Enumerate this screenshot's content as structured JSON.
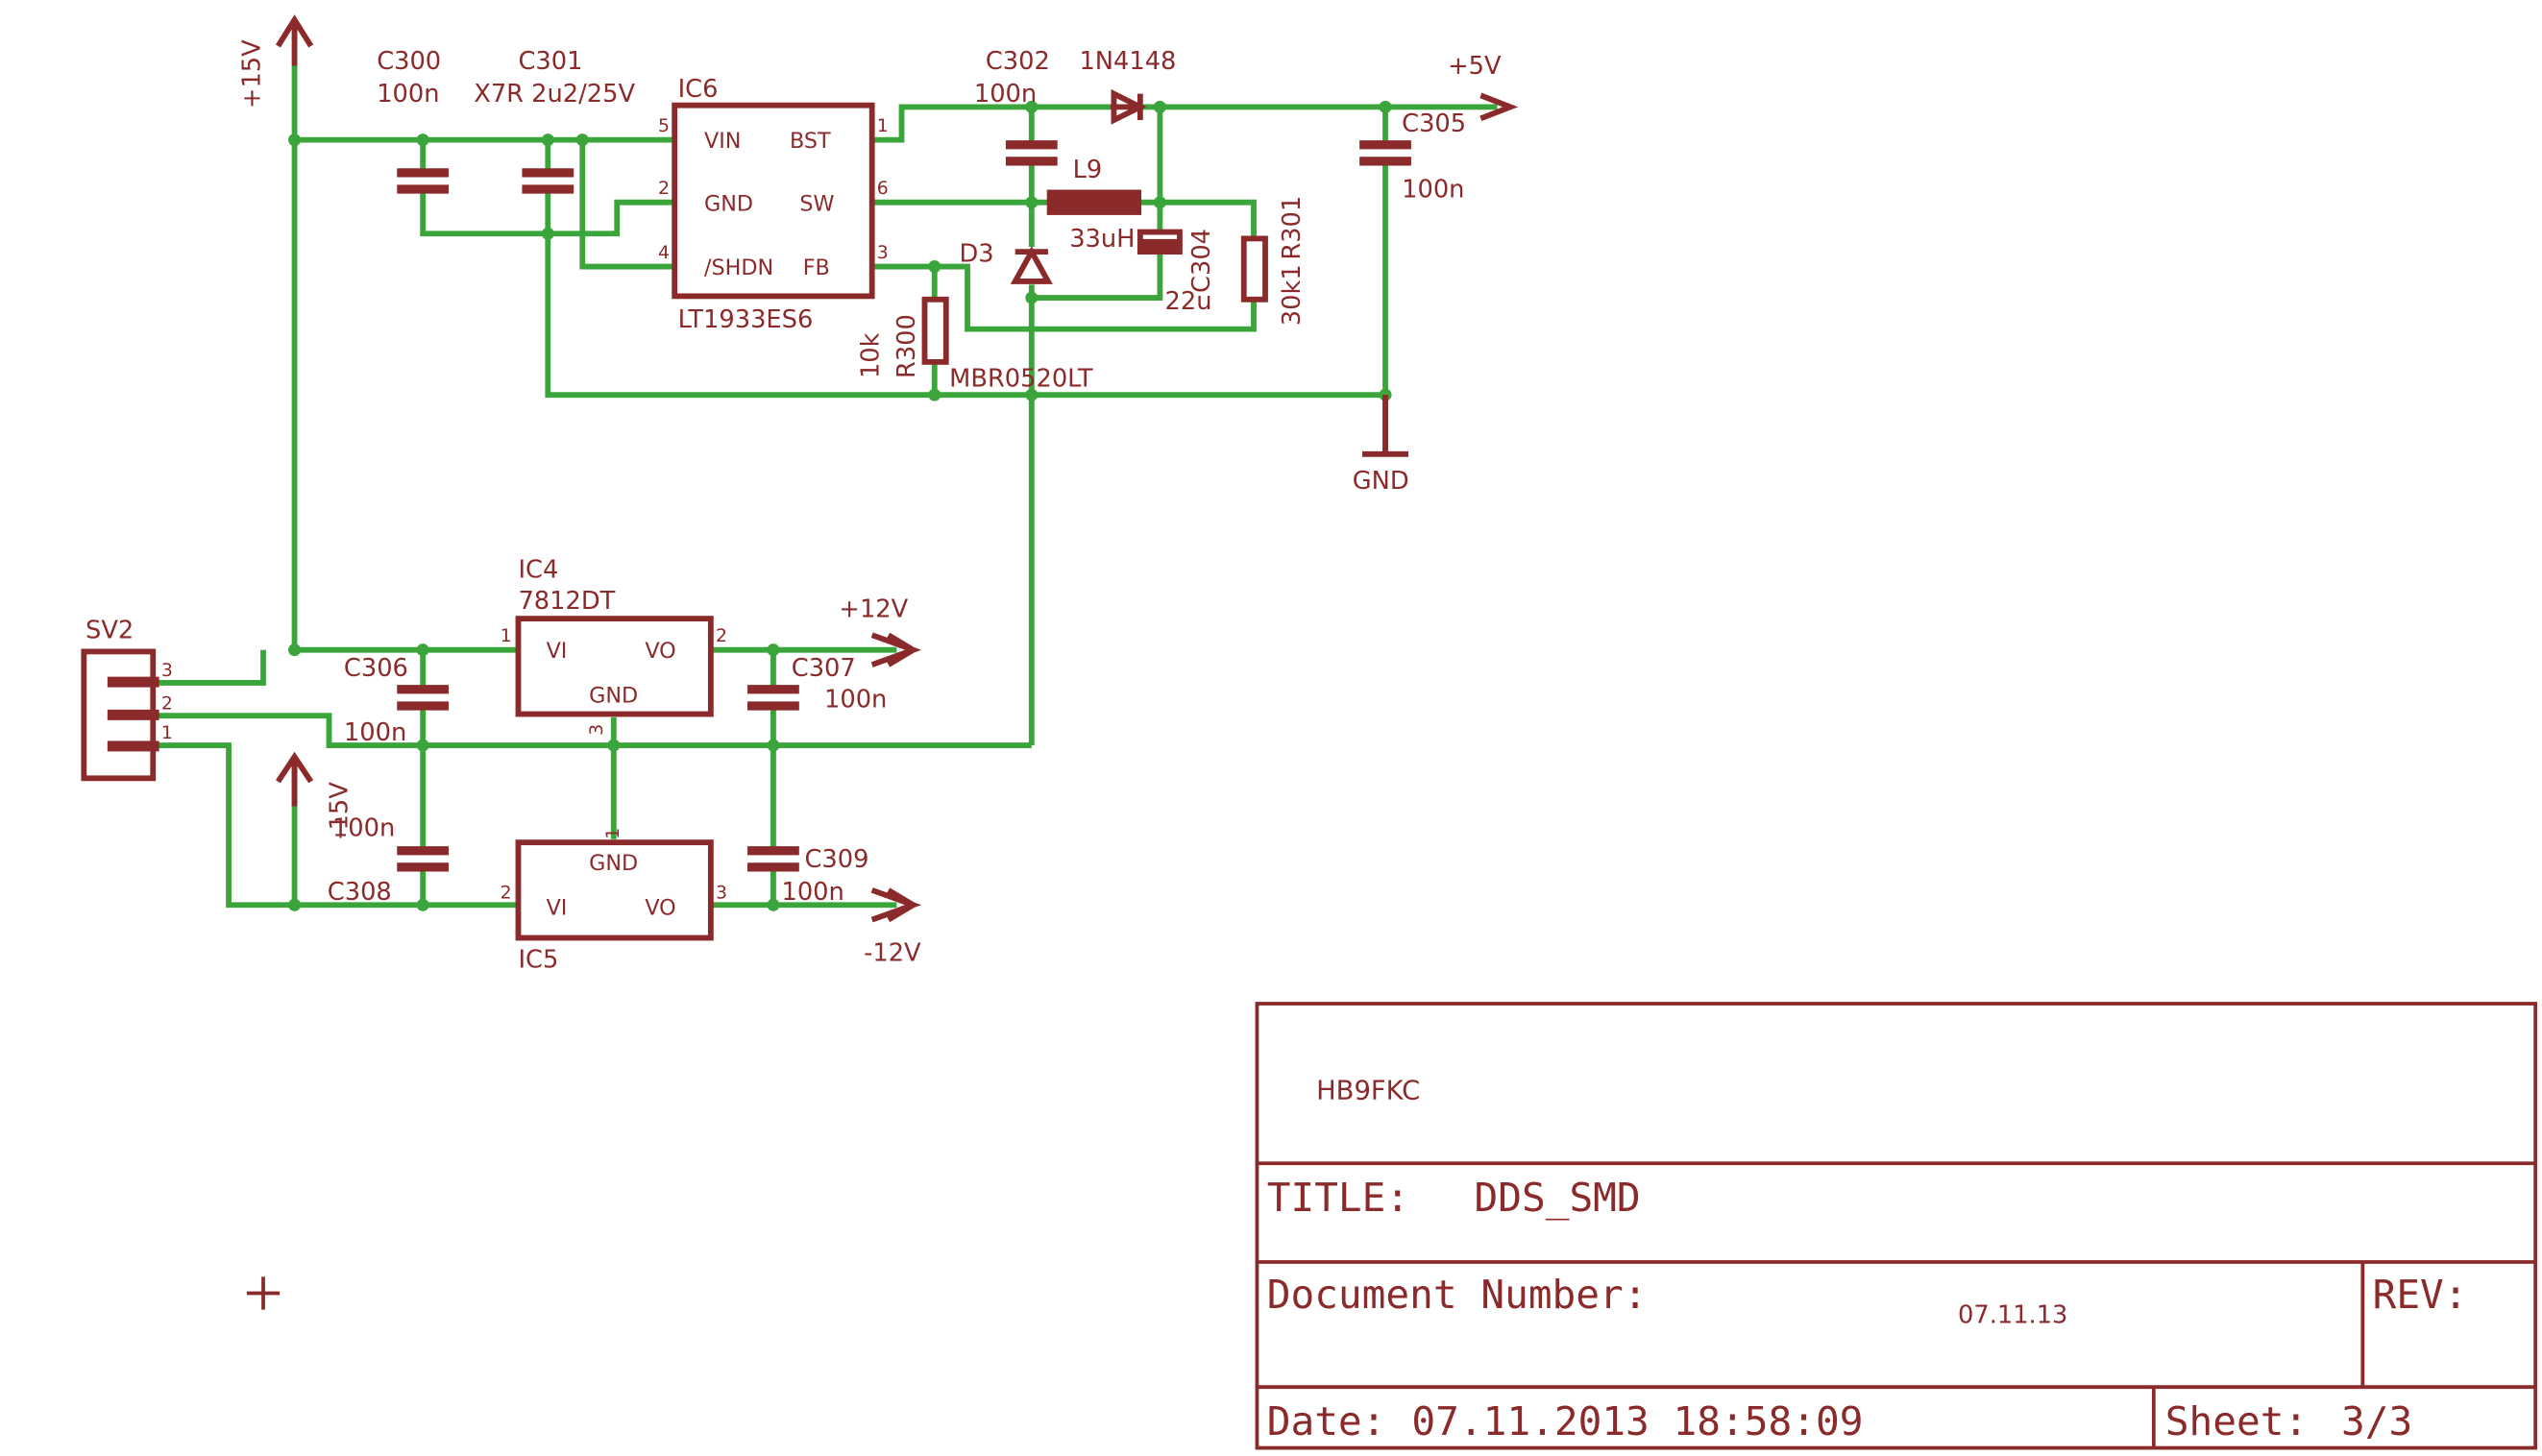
{
  "components": {
    "ic6": {
      "name": "IC6",
      "value": "LT1933ES6",
      "pins": {
        "vin": "VIN",
        "bst": "BST",
        "gnd": "GND",
        "sw": "SW",
        "shdn": "/SHDN",
        "fb": "FB",
        "n1": "1",
        "n2": "2",
        "n3": "3",
        "n4": "4",
        "n5": "5",
        "n6": "6"
      }
    },
    "ic4": {
      "name": "IC4",
      "value": "7812DT",
      "pins": {
        "vi": "VI",
        "vo": "VO",
        "gnd": "GND",
        "n1": "1",
        "n2": "2",
        "n3": "3"
      }
    },
    "ic5": {
      "name": "IC5",
      "pins": {
        "vi": "VI",
        "vo": "VO",
        "gnd": "GND",
        "n1": "1",
        "n2": "2",
        "n3": "3"
      }
    },
    "sv2": {
      "name": "SV2",
      "pins": [
        "3",
        "2",
        "1"
      ]
    },
    "c300": {
      "name": "C300",
      "value": "100n"
    },
    "c301": {
      "name": "C301",
      "value": "X7R 2u2/25V"
    },
    "c302": {
      "name": "C302",
      "value": "100n"
    },
    "c304": {
      "name": "C304",
      "value": "22u"
    },
    "c305": {
      "name": "C305",
      "value": "100n"
    },
    "c306": {
      "name": "C306",
      "value": "100n"
    },
    "c307": {
      "name": "C307",
      "value": "100n"
    },
    "c308": {
      "name": "C308",
      "value": "100n"
    },
    "c309": {
      "name": "C309",
      "value": "100n"
    },
    "d_bst": {
      "value": "1N4148"
    },
    "d3": {
      "name": "D3",
      "value": "MBR0520LT"
    },
    "l9": {
      "name": "L9",
      "value": "33uH"
    },
    "r300": {
      "name": "R300",
      "value": "10k"
    },
    "r301": {
      "name": "R301",
      "value": "30k1"
    }
  },
  "supplies": {
    "p15": "+15V",
    "n15": "-15V",
    "p5": "+5V",
    "p12": "+12V",
    "n12": "-12V",
    "gnd": "GND"
  },
  "titleblock": {
    "company": "HB9FKC",
    "title_label": "TITLE:",
    "title": "DDS_SMD",
    "docnum_label": "Document Number:",
    "docnum": "07.11.13",
    "rev_label": "REV:",
    "date_label": "Date:",
    "date": "07.11.2013 18:58:09",
    "sheet_label": "Sheet:",
    "sheet": "3/3"
  }
}
